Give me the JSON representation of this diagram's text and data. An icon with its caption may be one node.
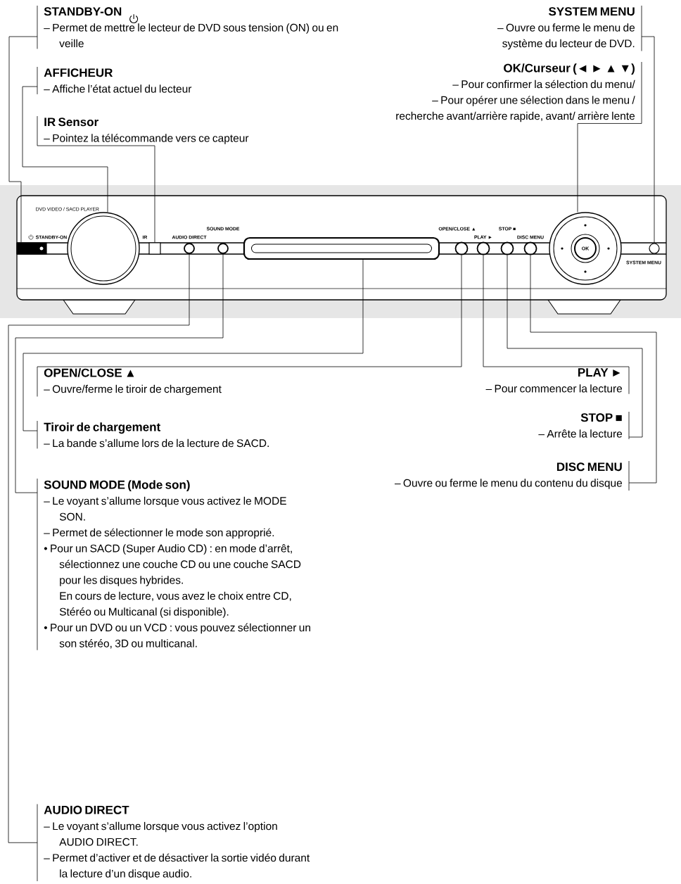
{
  "diagram": {
    "nodes": [
      {
        "text": [
          "STANDBY-ON",
          "– Permet de mettre le lecteur de DVD sous tension (ON) ou en veille"
        ]
      },
      {
        "text": [
          "AFFICHEUR",
          "– Affiche l’état actuel du lecteur"
        ]
      },
      {
        "text": [
          "IR Sensor",
          "– Pointez la télécommande vers ce capteur"
        ]
      },
      {
        "text": [
          "SYSTEM MENU",
          "– Ouvre ou ferme le menu de système du lecteur de DVD."
        ]
      },
      {
        "text": [
          "OK/Curseur (◄ ► ▲ ▼)",
          "– Pour confirmer la sélection du menu/",
          "– Pour opérer une sélection dans le menu / recherche avant/arrière rapide, avant/ arrière lente"
        ]
      },
      {
        "text": [],
        "shape": "box",
        "beside": [
          "STANDBY-ON"
        ]
      },
      {
        "text": [],
        "shape": "circle"
      },
      {
        "text": [],
        "shape": "box",
        "beside": [
          "IR"
        ]
      },
      {
        "text": [],
        "shape": "circle",
        "beside": [
          "AUDIO DIRECT"
        ]
      },
      {
        "text": [],
        "shape": "circle",
        "beside": [
          "SOUND MODE"
        ]
      },
      {
        "text": [],
        "shape": "box"
      },
      {
        "text": [],
        "shape": "circle",
        "beside": [
          "OPEN/CLOSE ▲"
        ]
      },
      {
        "text": [],
        "shape": "circle",
        "beside": [
          "PLAY ►"
        ]
      },
      {
        "text": [],
        "shape": "circle",
        "beside": [
          "STOP ■"
        ]
      },
      {
        "text": [],
        "shape": "circle",
        "beside": [
          "DISC MENU"
        ]
      },
      {
        "text": [],
        "shape": "circle"
      },
      {
        "text": [],
        "shape": "circle",
        "beside": [
          "SYSTEM MENU"
        ]
      },
      {
        "text": [
          "OPEN/CLOSE ▲",
          "– Ouvre/ferme le tiroir de chargement"
        ]
      },
      {
        "text": [
          "PLAY ►",
          "– Pour commencer la lecture"
        ]
      },
      {
        "text": [
          "Tiroir de chargement",
          "– La bande s’allume lors de la lecture de SACD."
        ]
      },
      {
        "text": [
          "STOP ■",
          "– Arrête la lecture"
        ]
      },
      {
        "text": [
          "DISC MENU",
          "– Ouvre ou ferme le menu du contenu du disque"
        ]
      },
      {
        "text": [
          "SOUND MODE (Mode son)",
          "– Le voyant s’allume lorsque vous activez le MODE SON.",
          "– Permet de sélectionner le mode son approprié.",
          "• Pour un SACD (Super Audio CD) : en mode d’arrêt, sélectionnez une couche CD ou une couche SACD pour les disques hybrides.",
          "En cours de lecture, vous avez le choix entre CD, Stéréo ou Multicanal (si disponible).",
          "• Pour un DVD ou un VCD : vous pouvez sélectionner un son stéréo, 3D ou multicanal."
        ]
      },
      {
        "text": [
          "AUDIO DIRECT",
          "– Le voyant s’allume lorsque vous activez l’option AUDIO DIRECT.",
          "– Permet d’activer et de désactiver la sortie vidéo durant la lecture d’un disque audio."
        ]
      }
    ],
    "edges": [
      {
        "from": 0,
        "to": 5,
        "arrow": "none"
      },
      {
        "from": 1,
        "to": 6,
        "arrow": "none"
      },
      {
        "from": 2,
        "to": 7,
        "arrow": "none"
      },
      {
        "from": 3,
        "to": 16,
        "arrow": "none"
      },
      {
        "from": 4,
        "to": 15,
        "arrow": "none"
      },
      {
        "from": 17,
        "to": 11,
        "arrow": "none"
      },
      {
        "from": 18,
        "to": 12,
        "arrow": "none"
      },
      {
        "from": 19,
        "to": 10,
        "arrow": "none"
      },
      {
        "from": 20,
        "to": 13,
        "arrow": "none"
      },
      {
        "from": 21,
        "to": 14,
        "arrow": "none"
      },
      {
        "from": 22,
        "to": 9,
        "arrow": "none"
      },
      {
        "from": 23,
        "to": 8,
        "arrow": "none"
      }
    ],
    "labels": [
      "DVD VIDEO / SACD PLAYER",
      "OK"
    ]
  }
}
